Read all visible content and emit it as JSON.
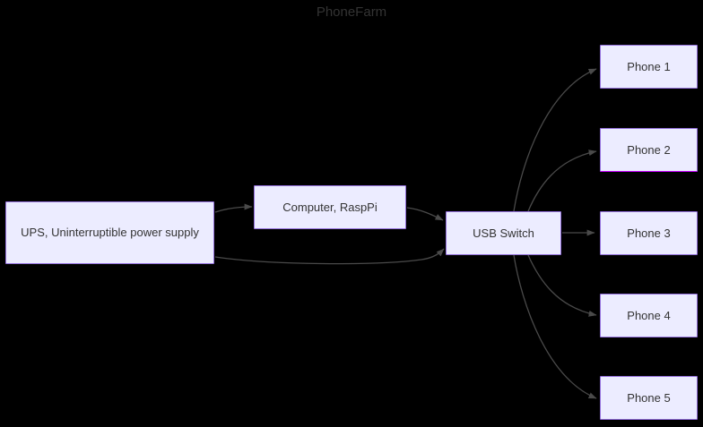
{
  "diagram": {
    "title": "PhoneFarm",
    "type": "flowchart",
    "direction": "left-to-right",
    "background_color": "#000000",
    "node_fill_color": "#ececff",
    "node_border_color": "#9370db",
    "node_text_color": "#333333",
    "edge_color": "#4a4a4a",
    "title_color": "#333333",
    "nodes": [
      {
        "id": "ups",
        "label": "UPS, Uninterruptible power supply"
      },
      {
        "id": "computer",
        "label": "Computer, RaspPi"
      },
      {
        "id": "usbswitch",
        "label": "USB Switch"
      },
      {
        "id": "phone1",
        "label": "Phone 1"
      },
      {
        "id": "phone2",
        "label": "Phone 2"
      },
      {
        "id": "phone3",
        "label": "Phone 3"
      },
      {
        "id": "phone4",
        "label": "Phone 4"
      },
      {
        "id": "phone5",
        "label": "Phone 5"
      }
    ],
    "edges": [
      {
        "from": "ups",
        "to": "computer",
        "arrow": true,
        "label": ""
      },
      {
        "from": "ups",
        "to": "usbswitch",
        "arrow": true,
        "label": ""
      },
      {
        "from": "computer",
        "to": "usbswitch",
        "arrow": true,
        "label": ""
      },
      {
        "from": "usbswitch",
        "to": "phone1",
        "arrow": true,
        "label": ""
      },
      {
        "from": "usbswitch",
        "to": "phone2",
        "arrow": true,
        "label": ""
      },
      {
        "from": "usbswitch",
        "to": "phone3",
        "arrow": true,
        "label": ""
      },
      {
        "from": "usbswitch",
        "to": "phone4",
        "arrow": true,
        "label": ""
      },
      {
        "from": "usbswitch",
        "to": "phone5",
        "arrow": true,
        "label": ""
      }
    ]
  }
}
